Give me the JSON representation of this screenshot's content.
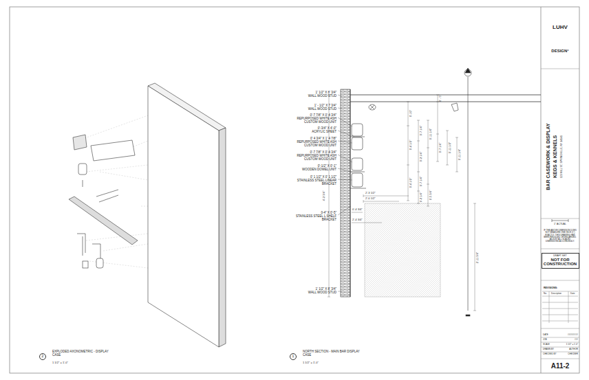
{
  "diagram": {
    "title": "BAR CASEWORK & DISPLAY",
    "nodes": [
      {
        "text": [
          "2"
        ]
      },
      {
        "text": [
          "1"
        ]
      },
      {
        "text": [
          "DRAFT SET",
          "NOT FOR CONSTRUCTION"
        ]
      },
      {
        "text": [
          "A11-2"
        ]
      }
    ],
    "labels": [
      "1' 1/2\" X 8' 3/4\"",
      "WALL WOOD STUD",
      "1' - 1/2\" X 7 3/4\"",
      "WALL WOOD STUD",
      "0'-7 7/8\" X 0'-4 3/4\"",
      "REPURPOSED WHITE ASH CUSTOM WOOD UNIT",
      "0'-3/4\" X 4'-0\"",
      "ACRYLIC SHEET",
      "0' 4 3/4\" X 1' 4 7/8\"",
      "REPURPOSED WHITE ASH CUSTOM WOOD UNIT",
      "0'-7 7/8\" X 0'-4 3/4\"",
      "REPURPOSED WHITE ASH CUSTOM WOOD UNIT",
      "0'-1/2\" X 0'-1\"",
      "WOODEN DOWEL UNIT",
      "0' 1 1/2\" X 0' 1 1/2\"",
      "STAINLESS STEEL LINEAR BRACKET",
      "0-4\" X 0'-5\"",
      "STAINLESS STEEL L SHELF BRACKET",
      "1' 1/2\" X 8' 3/4\"",
      "WALL WOOD STUD",
      "4'-2 3/4\"",
      "0' - 5\"",
      "0'-10\"",
      "0'-7 1/4\"",
      "0'-11 1/4\"",
      "0'-4 1/2\"",
      "0'-2 1/4\"",
      "0'-7 1/4\"",
      "0'-11 1/2\"",
      "0'-11 1/4\"",
      "0'-4 1/2\"",
      "0'-7 1/4\"",
      "0'-5 3/4\"",
      "0'-2 1/4\"",
      "2'-3 1/2\"",
      "2'-0 1/2\"",
      "0'-4 3/4\"",
      "2'-4 3/4\"",
      "2'-11 3/4\"",
      "EXPLODED AXONOMETRIC - DISPLAY CASE",
      "1 1/2\" = 1'-0\"",
      "NORTH SECTION - MAIN BAR DISPLAY CASE",
      "1 1/2\" = 1'-0\"",
      "LUHV",
      "DESIGN°",
      "KEGS & KENNELS",
      "123 MILL ST, SPRINGVILLE, NY 14141",
      "1\" ACTUAL",
      "IF THE ABOVE DIMENSION DOES NOT MEASURE ONE INCH (1\") EXACTLY, THIS DRAWING HAS BEEN REDUCED OR ENLARGED. ADJUST ALL SCALED DIMENSIONS ACCORDINGLY.",
      "REVISIONS:",
      "No.",
      "Description",
      "Date",
      "DATE",
      "##/##/####",
      "JOB",
      "###",
      "SCALE",
      "1 1/2\" = 1'-0\"",
      "DRAWN BY",
      "AUTHOR",
      "CHECKED BY",
      "CHECKER"
    ]
  }
}
